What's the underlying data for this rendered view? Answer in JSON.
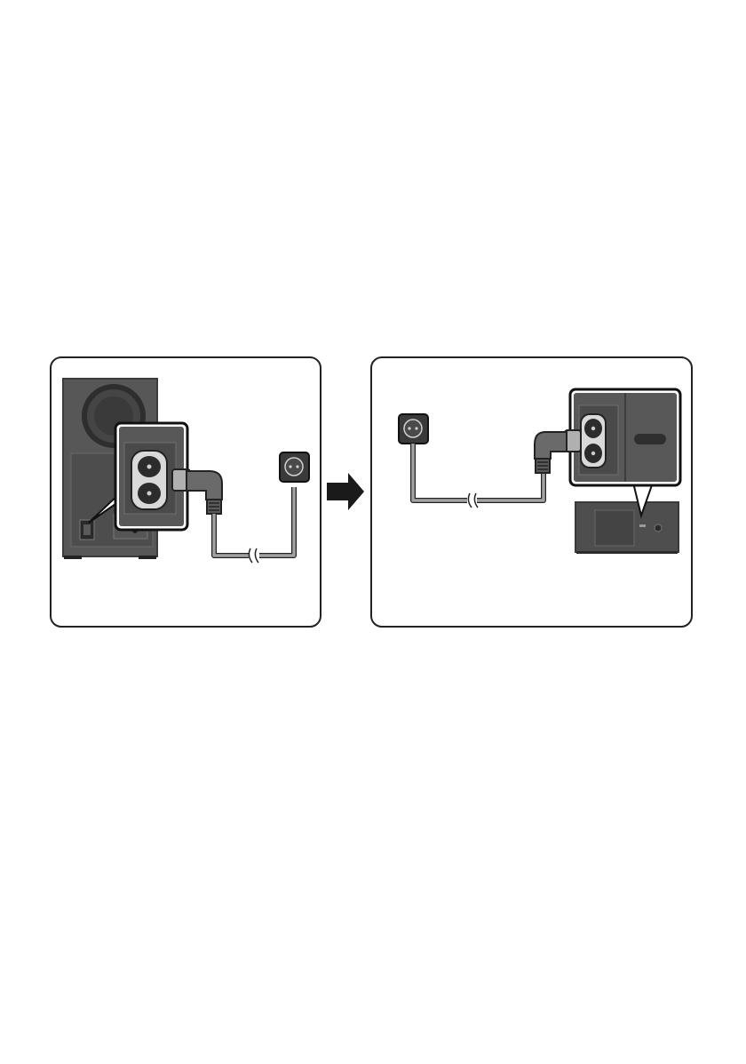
{
  "figure": {
    "panels": [
      {
        "id": "subwoofer",
        "subject": "subwoofer-rear-power-connection"
      },
      {
        "id": "soundbar",
        "subject": "soundbar-rear-power-connection"
      }
    ],
    "arrow_direction": "right"
  },
  "colors": {
    "panel_border": "#222222",
    "device_dark": "#4a4a4a",
    "device_mid": "#6a6a6a",
    "device_light": "#8a8a8a",
    "cable": "#9c9c9c",
    "outlet": "#3a3a3a",
    "arrow": "#1a1a1a"
  }
}
